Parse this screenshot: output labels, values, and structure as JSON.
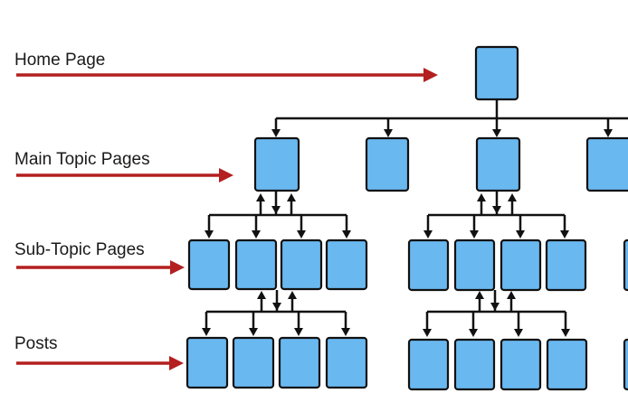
{
  "levels": {
    "home": "Home Page",
    "main": "Main Topic Pages",
    "sub": "Sub-Topic Pages",
    "posts": "Posts"
  },
  "colors": {
    "page_fill": "#6ab8f0",
    "page_border": "#111111",
    "pointer_arrow": "#b41f1f",
    "connector": "#111111"
  },
  "icons": {
    "page": "page-box",
    "pointer": "red-arrow-right"
  }
}
